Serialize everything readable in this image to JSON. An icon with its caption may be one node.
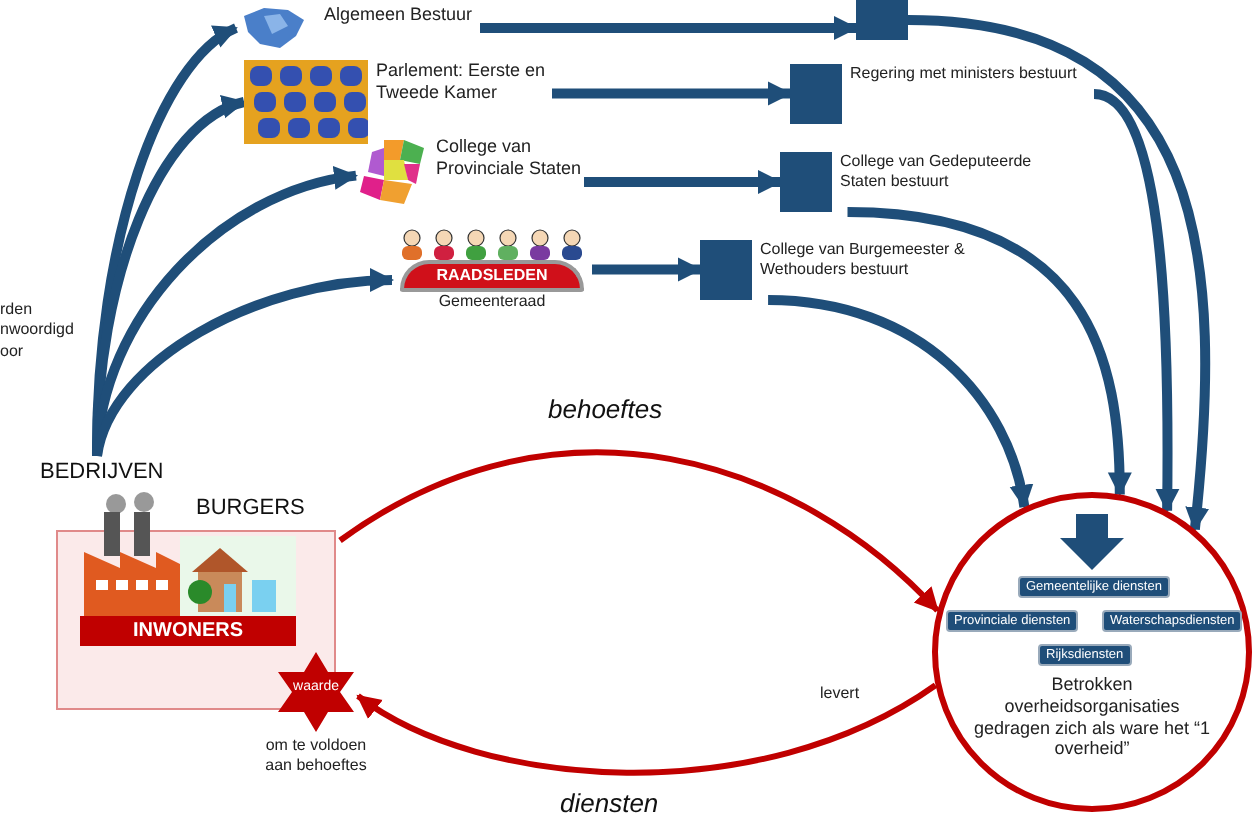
{
  "diagram": {
    "nodes": [
      {
        "text": [
          "Algemeen Bestuur"
        ]
      },
      {
        "text": [
          "Parlement: Eerste en Tweede Kamer"
        ]
      },
      {
        "text": [
          "College van Provinciale Staten"
        ]
      },
      {
        "text": [
          "RAADSLEDEN",
          "Gemeenteraad"
        ]
      },
      {
        "text": [],
        "shape": "box"
      },
      {
        "text": [
          "Regering met ministers bestuurt"
        ]
      },
      {
        "text": [
          "College van Gedeputeerde Staten bestuurt"
        ]
      },
      {
        "text": [
          "College van Burgemeester & Wethouders bestuurt"
        ]
      },
      {
        "text": [
          "BEDRIJVEN",
          "BURGERS",
          "INWONERS"
        ]
      },
      {
        "text": [
          "waarde"
        ],
        "beside": [
          "om te voldoen aan behoeftes"
        ]
      },
      {
        "text": [
          "Betrokken overheidsorganisaties gedragen zich als ware het “1 overheid”"
        ]
      },
      {
        "text": [
          "Gemeentelijke diensten"
        ],
        "in": 10
      },
      {
        "text": [
          "Provinciale diensten"
        ],
        "in": 10
      },
      {
        "text": [
          "Waterschapsdiensten"
        ],
        "in": 10
      },
      {
        "text": [
          "Rijksdiensten"
        ],
        "in": 10
      }
    ],
    "edges": [
      {
        "from": 8,
        "to": 0,
        "arrow": "to"
      },
      {
        "from": 8,
        "to": 1,
        "arrow": "to"
      },
      {
        "from": 8,
        "to": 2,
        "arrow": "to"
      },
      {
        "from": 8,
        "to": 3,
        "arrow": "to"
      },
      {
        "from": 0,
        "to": 4,
        "arrow": "to"
      },
      {
        "from": 1,
        "to": 5,
        "arrow": "to"
      },
      {
        "from": 2,
        "to": 6,
        "arrow": "to"
      },
      {
        "from": 3,
        "to": 7,
        "arrow": "to"
      },
      {
        "from": 4,
        "to": 10,
        "arrow": "to"
      },
      {
        "from": 5,
        "to": 10,
        "arrow": "to"
      },
      {
        "from": 6,
        "to": 10,
        "arrow": "to"
      },
      {
        "from": 7,
        "to": 10,
        "arrow": "to"
      },
      {
        "from": 8,
        "to": 10,
        "arrow": "to",
        "label": "behoeftes",
        "color": "#c00000"
      },
      {
        "from": 10,
        "to": 9,
        "arrow": "to",
        "label": "diensten",
        "color": "#c00000"
      }
    ],
    "labels": [
      "rden nwoordigd oor",
      "levert"
    ]
  }
}
